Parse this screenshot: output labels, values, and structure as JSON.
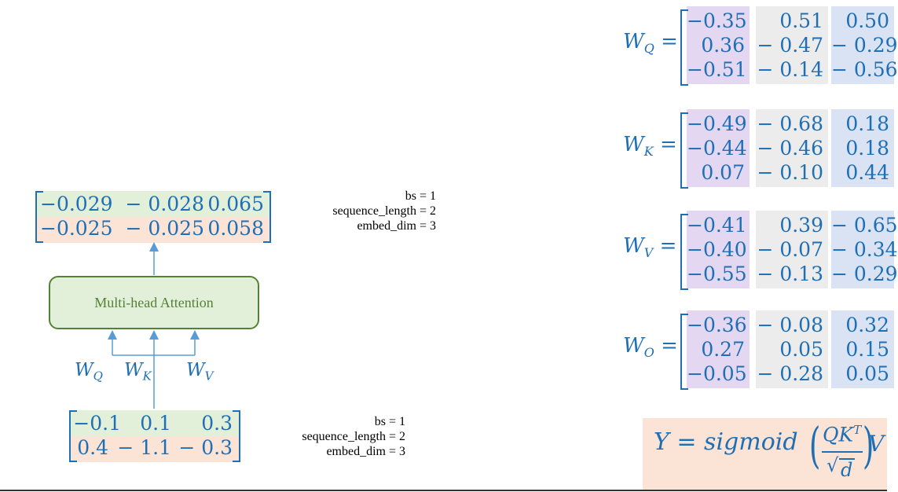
{
  "diagram": {
    "attention_block_label": "Multi-head Attention",
    "output_matrix": [
      [
        "−0.029",
        "− 0.028",
        "0.065"
      ],
      [
        "−0.025",
        "− 0.025",
        "0.058"
      ]
    ],
    "input_matrix": [
      [
        "−0.1",
        "0.1",
        "0.3"
      ],
      [
        "0.4",
        "− 1.1",
        "− 0.3"
      ]
    ],
    "output_info": [
      "bs = 1",
      "sequence_length = 2",
      "embed_dim = 3"
    ],
    "input_info": [
      "bs = 1",
      "sequence_length = 2",
      "embed_dim = 3"
    ],
    "weight_labels": {
      "q": "W",
      "q_sub": "Q",
      "k": "W",
      "k_sub": "K",
      "v": "W",
      "v_sub": "V"
    }
  },
  "weights": [
    {
      "name": "W",
      "sub": "Q",
      "rows": [
        [
          "−0.35",
          "0.51",
          "0.50"
        ],
        [
          "0.36",
          "− 0.47",
          "− 0.29"
        ],
        [
          "−0.51",
          "− 0.14",
          "− 0.56"
        ]
      ]
    },
    {
      "name": "W",
      "sub": "K",
      "rows": [
        [
          "−0.49",
          "− 0.68",
          "0.18"
        ],
        [
          "−0.44",
          "− 0.46",
          "0.18"
        ],
        [
          "0.07",
          "− 0.10",
          "0.44"
        ]
      ]
    },
    {
      "name": "W",
      "sub": "V",
      "rows": [
        [
          "−0.41",
          "0.39",
          "− 0.65"
        ],
        [
          "−0.40",
          "− 0.07",
          "− 0.34"
        ],
        [
          "−0.55",
          "− 0.13",
          "− 0.29"
        ]
      ]
    },
    {
      "name": "W",
      "sub": "O",
      "rows": [
        [
          "−0.36",
          "− 0.08",
          "0.32"
        ],
        [
          "0.27",
          "0.05",
          "0.15"
        ],
        [
          "−0.05",
          "− 0.28",
          "0.05"
        ]
      ]
    }
  ],
  "formula": {
    "lhs": "Y",
    "eq": "=",
    "func": "sigmoid",
    "numerator": "QK",
    "sup": "T",
    "denominator": "d",
    "rhs": "V"
  },
  "colors": {
    "blue_text": "#1f6fb5",
    "green": "#548235",
    "green_fill": "#e2efd9",
    "orange_fill": "#fbe4d5",
    "purple_fill": "#e4d7f2",
    "gray_fill": "#ececec",
    "blue_fill": "#d9e3f3"
  }
}
